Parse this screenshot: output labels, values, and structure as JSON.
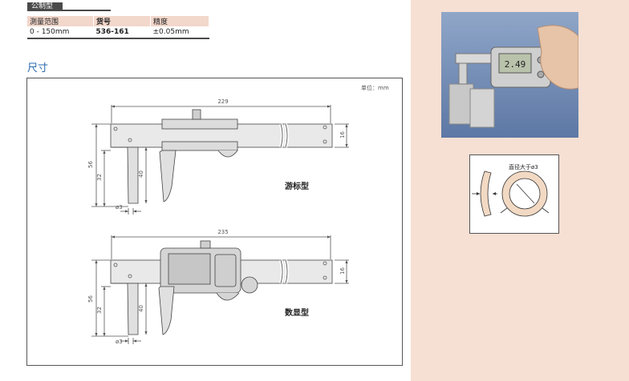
{
  "header": {
    "tag_label": "公制型"
  },
  "spec_table": {
    "columns": [
      "測量范围",
      "货号",
      "精度"
    ],
    "rows": [
      [
        "0 - 150mm",
        "536-161",
        "±0.05mm"
      ]
    ]
  },
  "section_title": "尺寸",
  "drawing": {
    "unit_note": "单位：mm",
    "top": {
      "length": "229",
      "height_right": "16",
      "height_total": "56",
      "jaw_32": "32",
      "jaw_40": "40",
      "tip": "ø3",
      "label": "游标型"
    },
    "bottom": {
      "length": "235",
      "height_right": "16",
      "height_total": "56",
      "jaw_32": "32",
      "jaw_40": "40",
      "tip": "ø3",
      "label": "数显型"
    }
  },
  "photo": {
    "display_value": "2.49"
  },
  "inset": {
    "annotation": "直径大于ø3"
  }
}
